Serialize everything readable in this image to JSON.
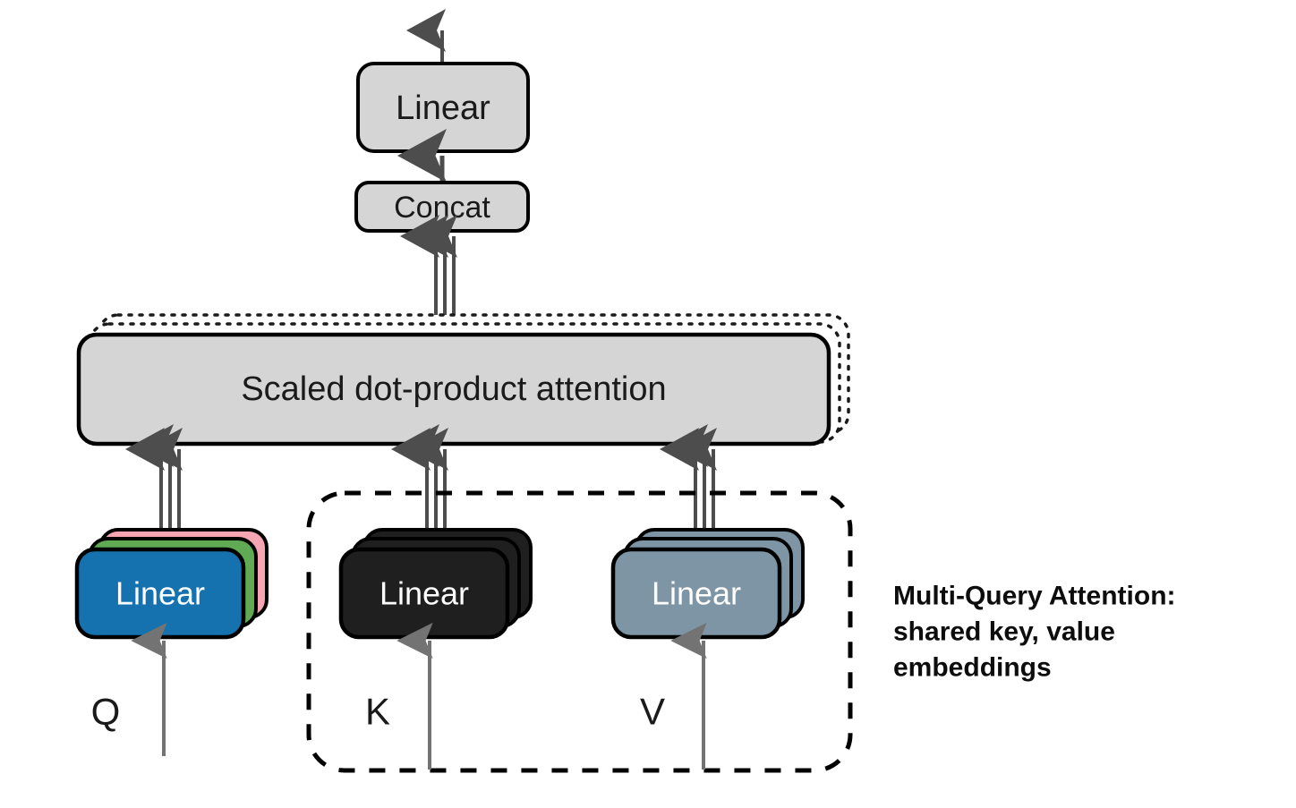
{
  "figure": {
    "title_caption": {
      "line1": "Multi-Query Attention:",
      "line2": "shared key, value",
      "line3": "embeddings"
    },
    "blocks": {
      "output_linear": {
        "label": "Linear",
        "fill": "#d5d5d5",
        "text_color": "#1a1a1a"
      },
      "concat": {
        "label": "Concat",
        "fill": "#d5d5d5",
        "text_color": "#1a1a1a"
      },
      "attention": {
        "label": "Scaled dot-product attention",
        "fill": "#d5d5d5",
        "text_color": "#1a1a1a"
      },
      "query_linear": {
        "label": "Linear",
        "fill": "#1572ae",
        "text_color": "#ffffff",
        "stack_colors": [
          "#f6a6b2",
          "#5faa52"
        ]
      },
      "key_linear": {
        "label": "Linear",
        "fill": "#1f1f1f",
        "text_color": "#ffffff",
        "stack_colors": [
          "#1f1f1f",
          "#1f1f1f"
        ]
      },
      "value_linear": {
        "label": "Linear",
        "fill": "#7d95a5",
        "text_color": "#ffffff",
        "stack_colors": [
          "#7d95a5",
          "#7d95a5"
        ]
      }
    },
    "inputs": {
      "query": "Q",
      "key": "K",
      "value": "V"
    },
    "colors": {
      "stroke": "#000000",
      "arrow_gray": "#4d4d4d",
      "input_arrow_gray": "#737373",
      "block_gray": "#d5d5d5",
      "blue": "#1572ae",
      "green": "#5faa52",
      "pink": "#f6a6b2",
      "black_block": "#1f1f1f",
      "slate": "#7d95a5",
      "background": "#ffffff"
    },
    "grouping": {
      "shared_group_name": "shared key value group"
    }
  }
}
